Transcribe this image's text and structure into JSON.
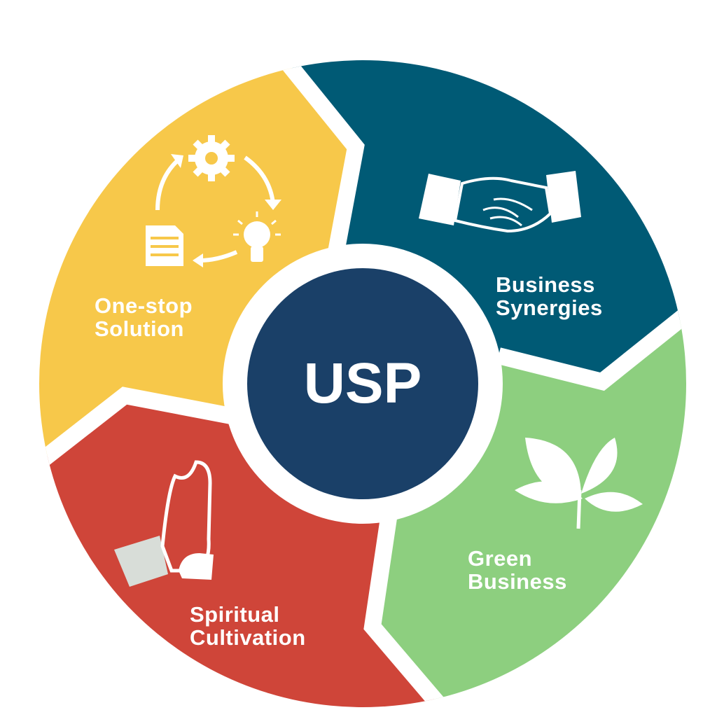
{
  "center": {
    "label": "USP"
  },
  "segments": [
    {
      "id": "one-stop-solution",
      "line1": "One-stop",
      "line2": "Solution",
      "icon": "cycle-gear-bulb-document-icon",
      "color": "#F7C84A"
    },
    {
      "id": "business-synergies",
      "line1": "Business",
      "line2": "Synergies",
      "icon": "handshake-icon",
      "color": "#005A75"
    },
    {
      "id": "green-business",
      "line1": "Green",
      "line2": "Business",
      "icon": "leaves-icon",
      "color": "#8DCF7F"
    },
    {
      "id": "spiritual-cultivation",
      "line1": "Spiritual",
      "line2": "Cultivation",
      "icon": "praying-hands-icon",
      "color": "#CF4539"
    }
  ],
  "center_color": "#1A4068"
}
